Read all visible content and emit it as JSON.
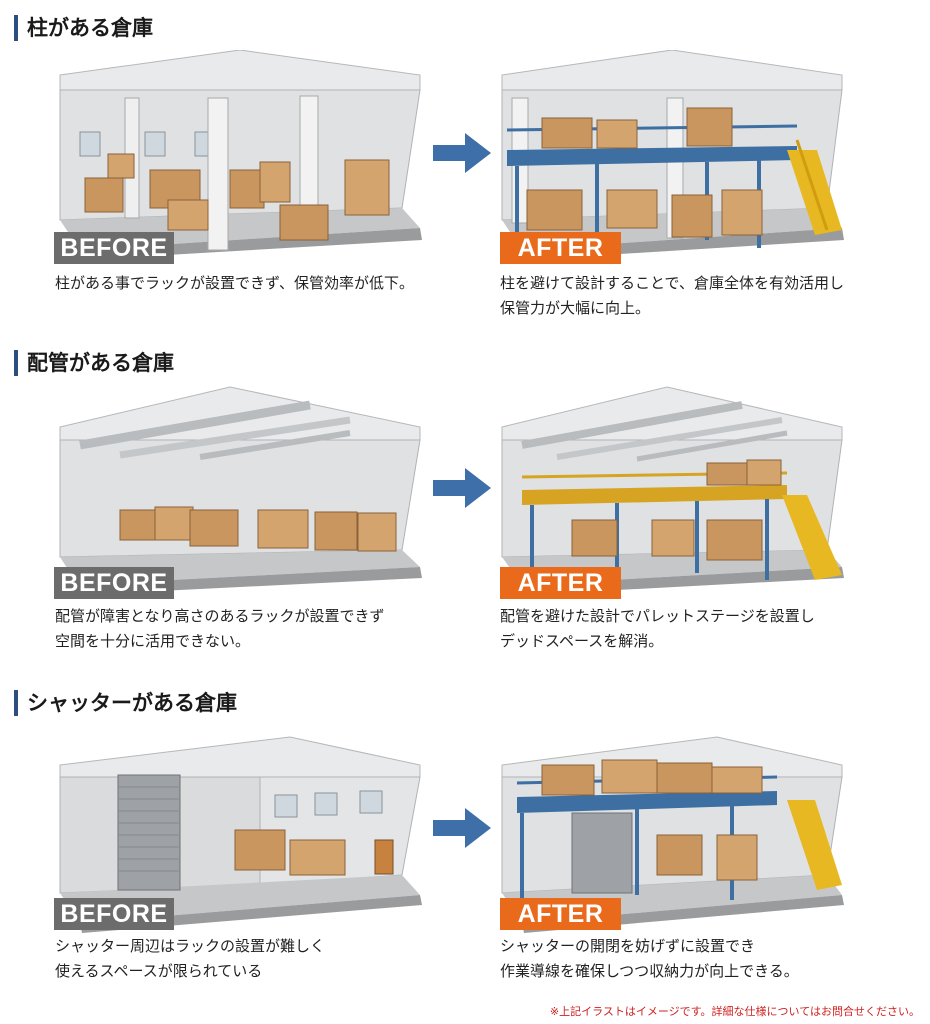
{
  "sections": [
    {
      "title": "柱がある倉庫",
      "before_label": "BEFORE",
      "after_label": "AFTER",
      "before_desc": [
        "柱がある事でラックが設置できず、保管効率が低下。"
      ],
      "after_desc": [
        "柱を避けて設計することで、倉庫全体を有効活用し",
        "保管力が大幅に向上。"
      ]
    },
    {
      "title": "配管がある倉庫",
      "before_label": "BEFORE",
      "after_label": "AFTER",
      "before_desc": [
        "配管が障害となり高さのあるラックが設置できず",
        "空間を十分に活用できない。"
      ],
      "after_desc": [
        "配管を避けた設計でパレットステージを設置し",
        "デッドスペースを解消。"
      ]
    },
    {
      "title": "シャッターがある倉庫",
      "before_label": "BEFORE",
      "after_label": "AFTER",
      "before_desc": [
        "シャッター周辺はラックの設置が難しく",
        "使えるスペースが限られている"
      ],
      "after_desc": [
        "シャッターの開閉を妨げずに設置でき",
        "作業導線を確保しつつ収納力が向上できる。"
      ]
    }
  ],
  "footnote": "※上記イラストはイメージです。詳細な仕様についてはお問合せください。",
  "colors": {
    "title_bar": "#2d4f80",
    "before_badge": "#6c6c6c",
    "after_badge": "#ea6a1c",
    "arrow": "#3f6fa8",
    "steel_blue": "#3d6fa3",
    "stair_yellow": "#e8b822",
    "box": "#c9965f",
    "footnote": "#d02020"
  },
  "icons": [
    "right-arrow-icon"
  ]
}
